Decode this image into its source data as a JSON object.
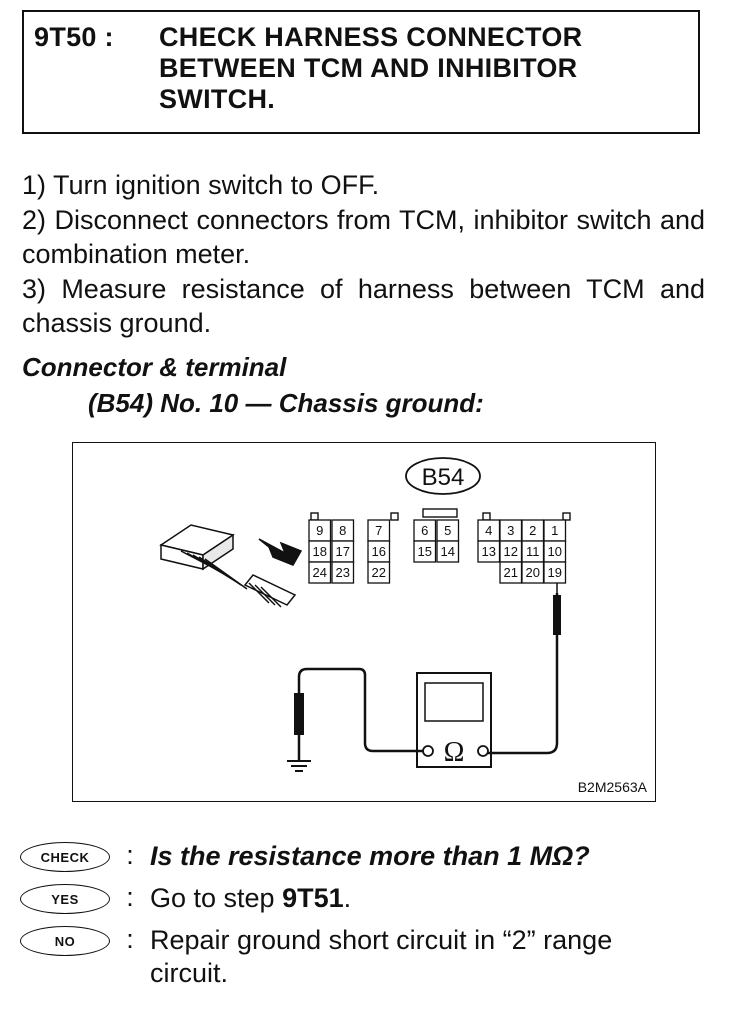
{
  "step": {
    "id": "9T50 :",
    "title_lines": [
      "CHECK HARNESS CONNECTOR",
      "BETWEEN TCM AND INHIBITOR",
      "SWITCH."
    ]
  },
  "instructions": [
    "1) Turn ignition switch to OFF.",
    "2) Disconnect connectors from TCM, inhibitor switch and combination meter.",
    "3) Measure resistance of harness between TCM and chassis ground."
  ],
  "connector": {
    "heading": "Connector & terminal",
    "spec": "(B54) No. 10 — Chassis ground:"
  },
  "diagram": {
    "connector_label": "B54",
    "pins_row1": [
      "9",
      "8",
      "7",
      "6",
      "5",
      "4",
      "3",
      "2",
      "1"
    ],
    "pins_row2": [
      "18",
      "17",
      "16",
      "15",
      "14",
      "13",
      "12",
      "11",
      "10"
    ],
    "pins_row3": [
      "24",
      "23",
      "22",
      "21",
      "20",
      "19"
    ],
    "meter_symbol": "Ω",
    "figure_code": "B2M2563A"
  },
  "results": {
    "check": {
      "badge": "CHECK",
      "colon": ":",
      "text": "Is the resistance more than 1 MΩ?"
    },
    "yes": {
      "badge": "YES",
      "colon": ":",
      "text_prefix": "Go to step ",
      "step": "9T51",
      "text_suffix": "."
    },
    "no": {
      "badge": "NO",
      "colon": ":",
      "text": "Repair ground short circuit in “2” range circuit."
    }
  }
}
